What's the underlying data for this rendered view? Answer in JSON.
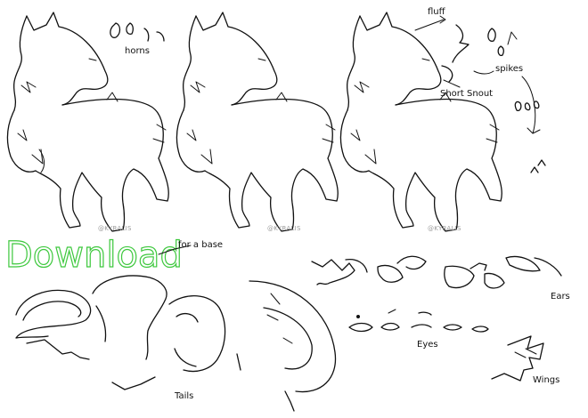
{
  "labels": {
    "horns": "horns",
    "fluff": "fluff",
    "spikes": "spikes",
    "short_snout": "Short Snout",
    "for_a_base": "for a base",
    "ears": "Ears",
    "eyes": "Eyes",
    "tails": "Tails",
    "wings": "Wings",
    "download": "Download"
  },
  "watermarks": [
    "@KYRALIS",
    "@KYRALIS",
    "@KYRALIS"
  ],
  "colors": {
    "ink": "#111111",
    "download_green": "#3ec83e",
    "watermark": "#9a9a9a",
    "background": "#ffffff"
  }
}
